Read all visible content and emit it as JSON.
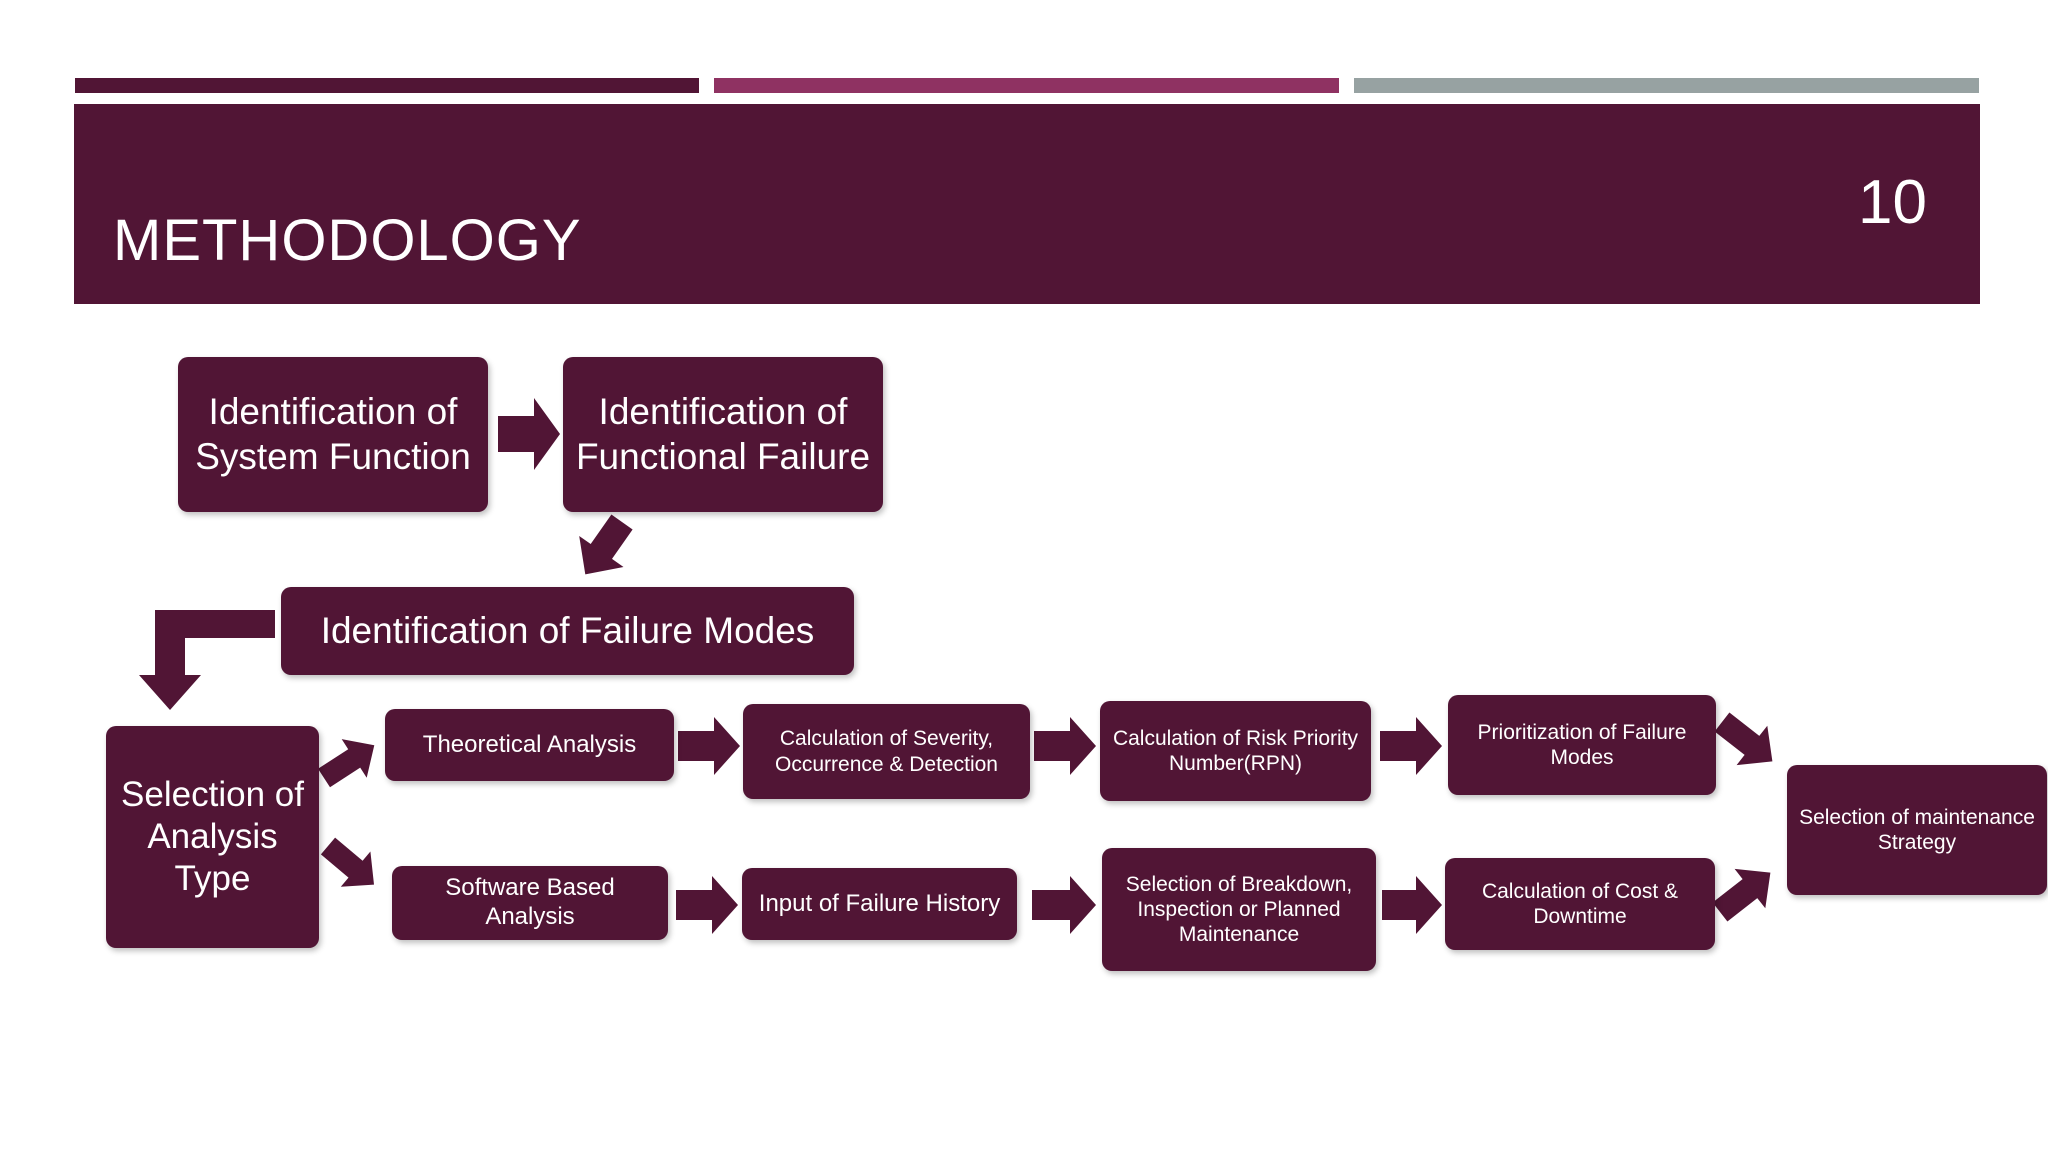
{
  "header": {
    "title": "METHODOLOGY",
    "page_number": "10"
  },
  "colors": {
    "primary": "#511535",
    "accent_magenta": "#8f3262",
    "accent_gray": "#97a2a2"
  },
  "nodes": {
    "system_function": "Identification of System Function",
    "functional_failure": "Identification of Functional Failure",
    "failure_modes": "Identification of Failure Modes",
    "analysis_type": "Selection of Analysis Type",
    "theoretical": "Theoretical Analysis",
    "severity": "Calculation of Severity, Occurrence & Detection",
    "rpn": "Calculation of Risk Priority Number(RPN)",
    "prioritization": "Prioritization of Failure Modes",
    "software": "Software Based Analysis",
    "failure_history": "Input of Failure History",
    "breakdown": "Selection of Breakdown, Inspection or Planned Maintenance",
    "cost": "Calculation of Cost & Downtime",
    "strategy": "Selection of maintenance Strategy"
  }
}
